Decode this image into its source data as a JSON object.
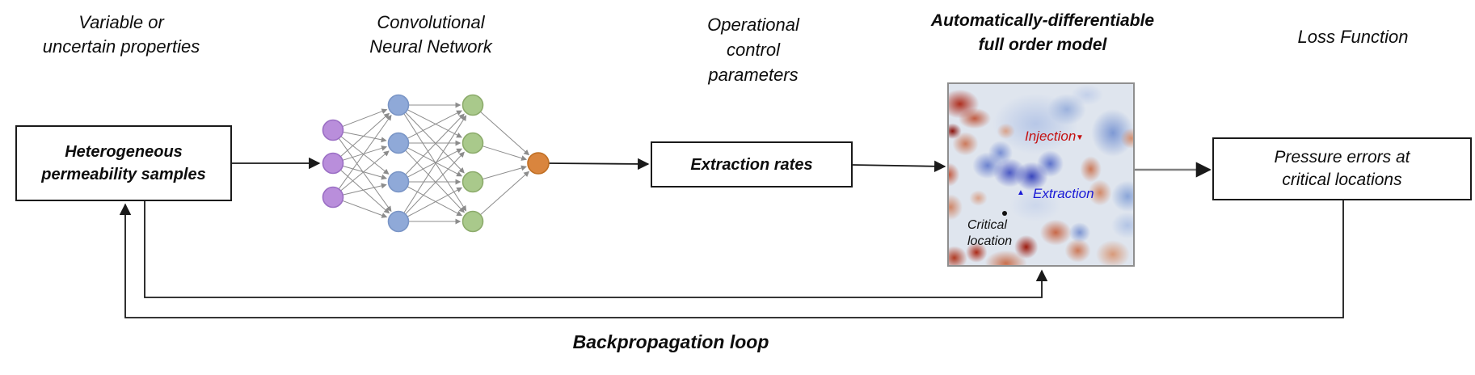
{
  "columns": {
    "inputs_title": "Variable or\nuncertain properties",
    "cnn_title": "Convolutional\nNeural Network",
    "controls_title": "Operational\ncontrol\nparameters",
    "fom_title": "Automatically-differentiable\nfull order model",
    "loss_title": "Loss Function"
  },
  "boxes": {
    "permeability": "Heterogeneous\npermeability samples",
    "extraction_rates": "Extraction rates",
    "pressure_errors": "Pressure errors at\ncritical locations"
  },
  "heatmap_labels": {
    "injection": "Injection",
    "injection_marker": "▼",
    "injection_color": "#c41111",
    "extraction": "Extraction",
    "extraction_marker": "▲",
    "extraction_color": "#1a1ad6",
    "critical": "Critical\nlocation"
  },
  "loop_label": "Backpropagation loop",
  "network": {
    "layers": [
      {
        "name": "input-layer",
        "count": 3,
        "fill": "#b98edb",
        "stroke": "#9b6fc4"
      },
      {
        "name": "hidden-layer-1",
        "count": 4,
        "fill": "#8fa9d8",
        "stroke": "#7a95c6"
      },
      {
        "name": "hidden-layer-2",
        "count": 4,
        "fill": "#a9c98b",
        "stroke": "#8cab6b"
      },
      {
        "name": "output-layer",
        "count": 1,
        "fill": "#d9853e",
        "stroke": "#c06f24"
      }
    ],
    "edge_color": "#8c8c8c"
  },
  "connector_color": "#1a1a1a",
  "fom_out_line_color": "#808080"
}
